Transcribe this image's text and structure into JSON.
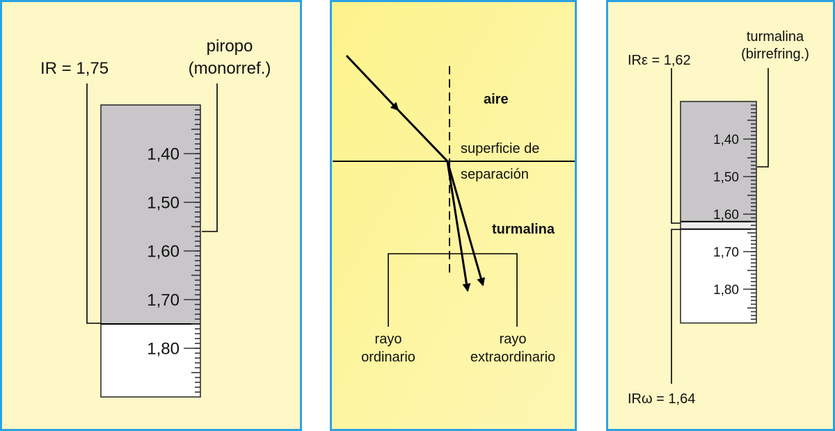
{
  "colors": {
    "panel_border": "#2aa3e3",
    "panel_bg": "#fdf8c6",
    "middle_bg": "#fdf59c",
    "scale_grey": "#c8c6c8",
    "scale_white": "#ffffff"
  },
  "left": {
    "ir_label": "IR = 1,75",
    "gem_label_1": "piropo",
    "gem_label_2": "(monorref.)",
    "scale": {
      "min": 1.3,
      "max": 1.9,
      "shadow_edge": 1.75,
      "labels": [
        "1,40",
        "1,50",
        "1,60",
        "1,70",
        "1,80"
      ]
    }
  },
  "middle": {
    "air": "aire",
    "surface_1": "superficie de",
    "surface_2": "separación",
    "mineral": "turmalina",
    "ray_o_1": "rayo",
    "ray_o_2": "ordinario",
    "ray_e_1": "rayo",
    "ray_e_2": "extraordinario"
  },
  "right": {
    "ir_e_label": "IRε = 1,62",
    "ir_w_label": "IRω = 1,64",
    "gem_label_1": "turmalina",
    "gem_label_2": "(birrefring.)",
    "scale": {
      "min": 1.3,
      "max": 1.89,
      "shadow_edge_e": 1.62,
      "shadow_edge_w": 1.64,
      "labels": [
        "1,40",
        "1,50",
        "1,60",
        "1,70",
        "1,80"
      ]
    }
  }
}
